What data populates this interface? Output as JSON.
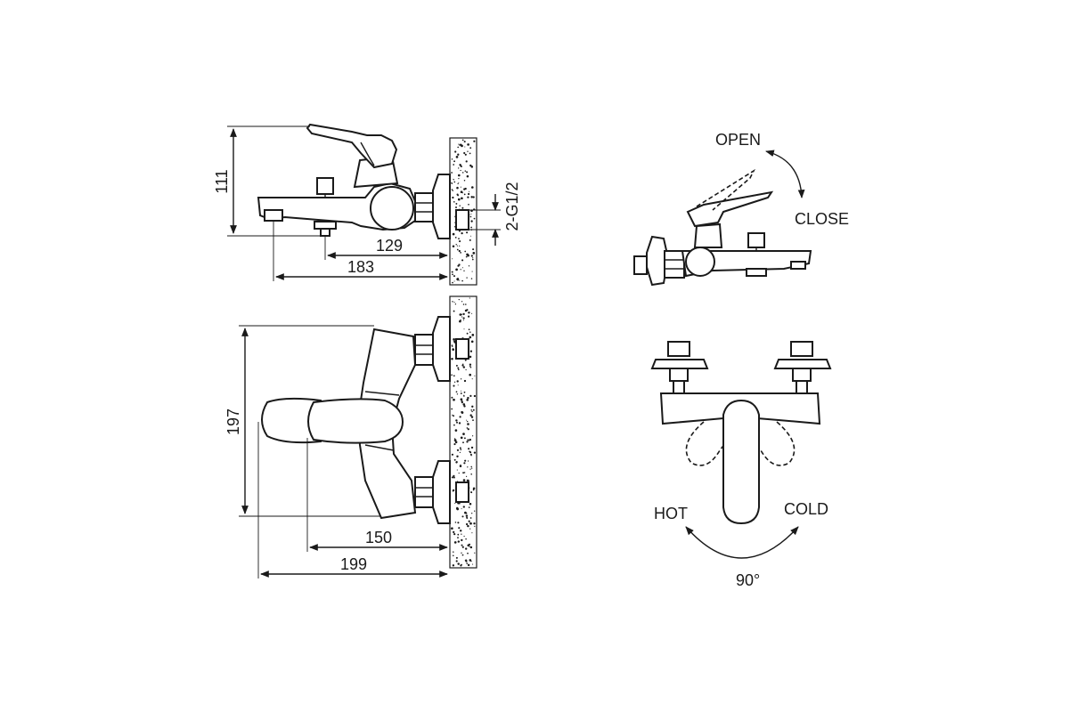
{
  "dimensions": {
    "height_side": "111",
    "inner_length_side": "129",
    "outer_length_side": "183",
    "thread": "2-G1/2",
    "height_top": "197",
    "inner_length_top": "150",
    "outer_length_top": "199"
  },
  "operation": {
    "open_label": "OPEN",
    "close_label": "CLOSE",
    "hot_label": "HOT",
    "cold_label": "COLD",
    "rotation_label": "90°"
  }
}
